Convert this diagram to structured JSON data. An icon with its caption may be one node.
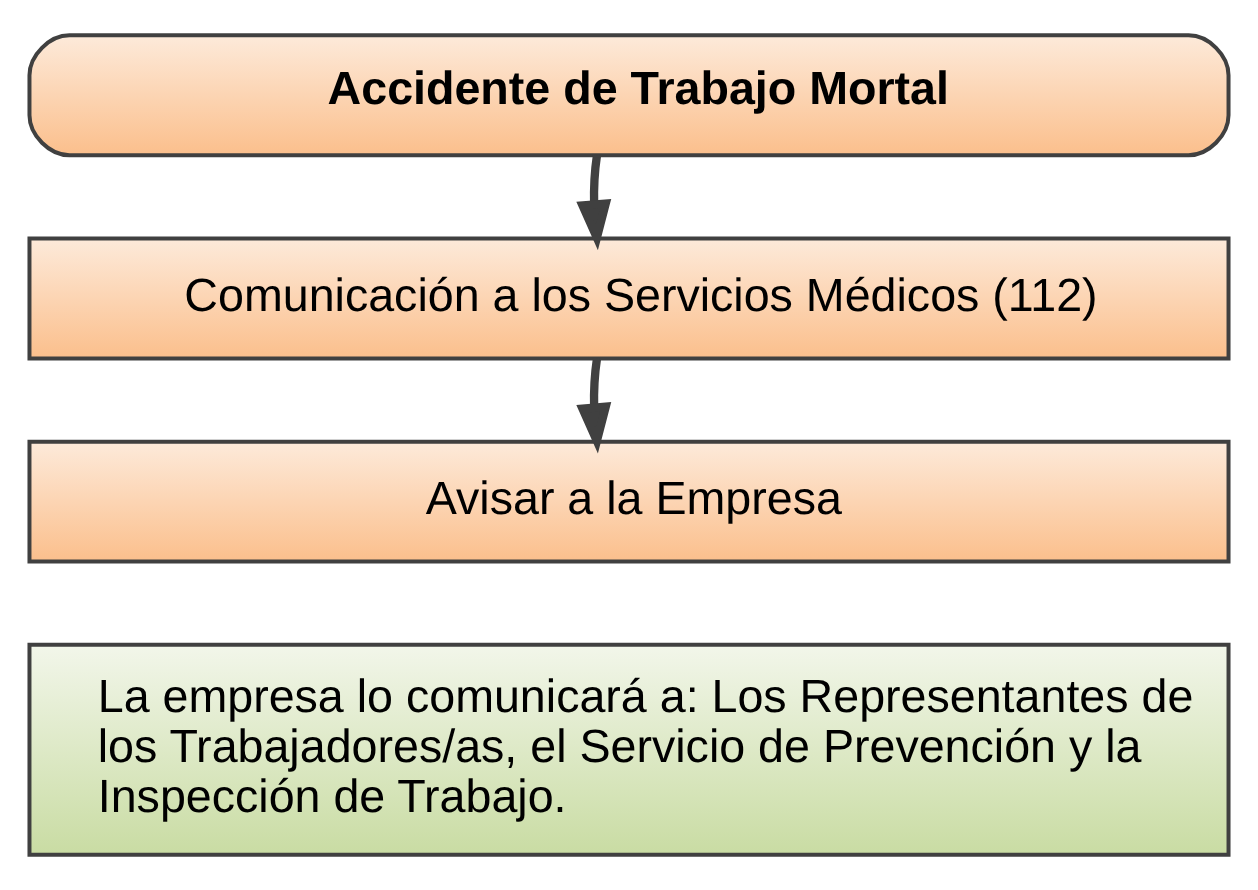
{
  "diagram": {
    "nodes": [
      {
        "text": [
          "Accidente de Trabajo Mortal"
        ]
      },
      {
        "text": [
          "Comunicación a los Servicios Médicos (112)"
        ]
      },
      {
        "text": [
          "Avisar a la Empresa"
        ]
      },
      {
        "text": [
          "La empresa lo comunicará a: Los Representantes de los Trabajadores/as, el Servicio de Prevención y la Inspección de Trabajo."
        ]
      }
    ],
    "edges": [
      {
        "from": 0,
        "to": 1,
        "arrow": "to"
      },
      {
        "from": 1,
        "to": 2,
        "arrow": "to"
      }
    ]
  }
}
